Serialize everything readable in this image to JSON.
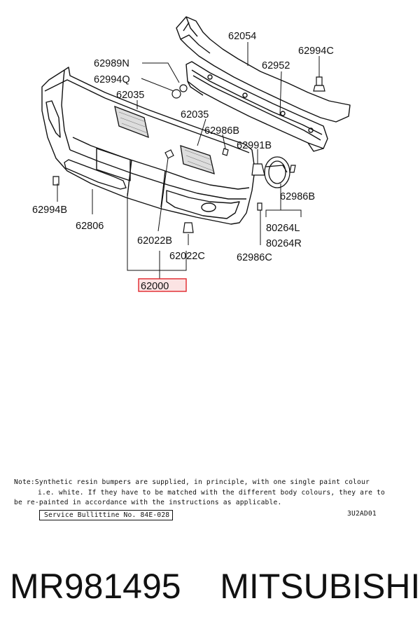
{
  "diagram": {
    "callouts": {
      "p62054": "62054",
      "p62994C": "62994C",
      "p62989N": "62989N",
      "p62952": "62952",
      "p62994Q": "62994Q",
      "p62035a": "62035",
      "p62035b": "62035",
      "p62986B_top": "62986B",
      "p62991B": "62991B",
      "p62994B": "62994B",
      "p62986B_right": "62986B",
      "p62806": "62806",
      "p80264L": "80264L",
      "p80264R": "80264R",
      "p62022B": "62022B",
      "p62022C": "62022C",
      "p62986C": "62986C",
      "p62000": "62000"
    },
    "highlight_color": "#e0262b",
    "highlight_fill": "#fbe3e3"
  },
  "note": {
    "line1": "Note:Synthetic resin bumpers are supplied, in principle, with one single paint colour",
    "line2": "i.e. white. If they have to be matched with the different body colours, they are to",
    "line3": "be re-painted in accordance with the instructions as applicable."
  },
  "service_bulletin": "Service Bullittine No. 84E-028",
  "figure_code": "3U2AD01",
  "footer": {
    "part_number": "MR981495",
    "brand": "MITSUBISHI"
  }
}
